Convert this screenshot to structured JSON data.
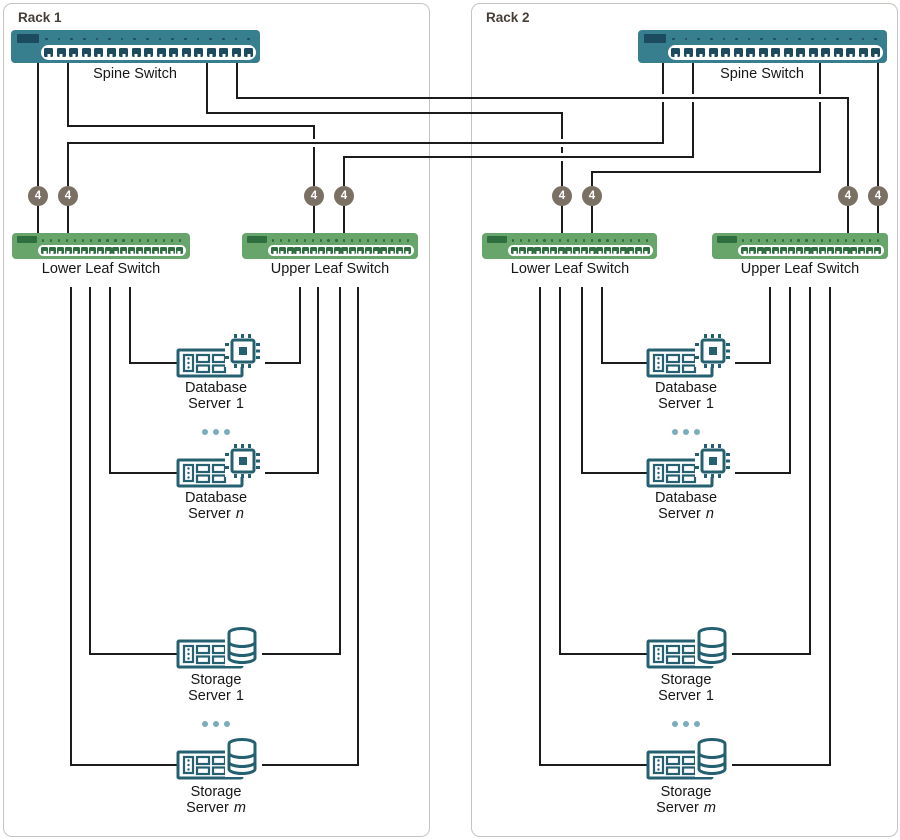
{
  "colors": {
    "spine": "#377e8e",
    "spine_dark": "#1c4a5e",
    "leaf": "#68a56b",
    "leaf_dark": "#2e6e3f",
    "server": "#24606f",
    "ellipsis_dots": "#79adbb",
    "badge": "#7a7063",
    "line": "#1c1c1c",
    "rack_border": "#c8c3be",
    "text": "#161616",
    "rack_text": "#453f38"
  },
  "link_badge_label": "4",
  "racks": [
    {
      "name": "Rack 1",
      "spine_label": "Spine Switch",
      "lower_leaf_label": "Lower Leaf Switch",
      "upper_leaf_label": "Upper Leaf Switch",
      "servers": [
        {
          "type": "database",
          "line1": "Database",
          "line2_prefix": "Server",
          "line2_suffix": "1"
        },
        {
          "type": "database",
          "line1": "Database",
          "line2_prefix": "Server",
          "line2_suffix": "n"
        },
        {
          "type": "storage",
          "line1": "Storage",
          "line2_prefix": "Server",
          "line2_suffix": "1"
        },
        {
          "type": "storage",
          "line1": "Storage",
          "line2_prefix": "Server",
          "line2_suffix": "m"
        }
      ]
    },
    {
      "name": "Rack 2",
      "spine_label": "Spine Switch",
      "lower_leaf_label": "Lower Leaf  Switch",
      "upper_leaf_label": "Upper Leaf Switch",
      "servers": [
        {
          "type": "database",
          "line1": "Database",
          "line2_prefix": "Server",
          "line2_suffix": "1"
        },
        {
          "type": "database",
          "line1": "Database",
          "line2_prefix": "Server",
          "line2_suffix": "n"
        },
        {
          "type": "storage",
          "line1": "Storage",
          "line2_prefix": "Server",
          "line2_suffix": "1"
        },
        {
          "type": "storage",
          "line1": "Storage",
          "line2_prefix": "Server",
          "line2_suffix": "m"
        }
      ]
    }
  ]
}
